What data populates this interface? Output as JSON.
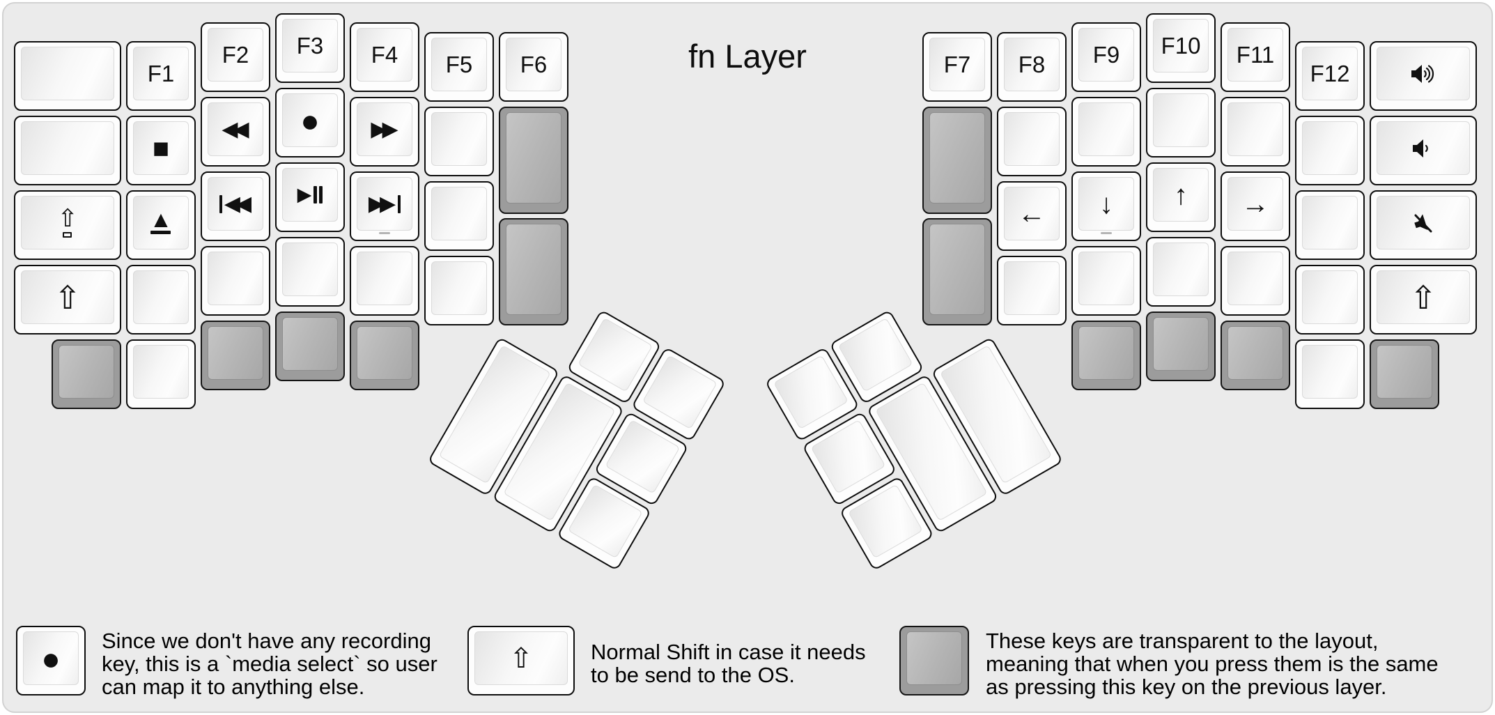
{
  "title": "fn Layer",
  "keys": {
    "f1": "F1",
    "f2": "F2",
    "f3": "F3",
    "f4": "F4",
    "f5": "F5",
    "f6": "F6",
    "f7": "F7",
    "f8": "F8",
    "f9": "F9",
    "f10": "F10",
    "f11": "F11",
    "f12": "F12",
    "stop": "■",
    "record": "●",
    "eject_triangle": "▲",
    "rewind": "◀◀",
    "fast_forward": "▶▶",
    "prev_track_triangles": "◀◀",
    "next_track_triangles": "▶▶",
    "play_triangle": "▶",
    "shift": "⇧",
    "caps_arrow": "⇧",
    "arrow_left": "←",
    "arrow_up": "↑",
    "arrow_down": "↓",
    "arrow_right": "→"
  },
  "legend": [
    {
      "icon": "record-key",
      "lines": [
        "Since we don't have any recording",
        "key, this is a `media select` so user",
        "can map it to anything else."
      ]
    },
    {
      "icon": "shift-key",
      "lines": [
        "Normal Shift in case it needs",
        "to be send to the OS."
      ]
    },
    {
      "icon": "transparent-key",
      "lines": [
        "These keys are transparent to the layout,",
        "meaning that when you press them is the same",
        "as pressing this key on the previous layer."
      ]
    }
  ],
  "colors": {
    "board_bg": "#ebebeb",
    "key_white": "#fdfdfd",
    "key_transparent_grey": "#9c9c9c",
    "key_border": "#0c0c0c",
    "homing_bar": "#b5b5b5"
  }
}
